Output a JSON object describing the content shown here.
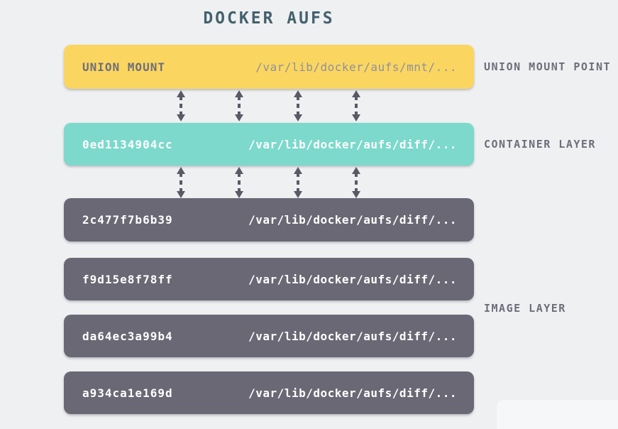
{
  "title": "DOCKER AUFS",
  "colors": {
    "background": "#eef0f2",
    "union_mount": "#fad661",
    "container": "#7cd9cc",
    "image": "#6a6874",
    "arrow": "#5b5966",
    "title_text": "#44606d",
    "label_text": "#6e6e7a",
    "union_text": "#6f6e7a",
    "union_path_text": "#90909a"
  },
  "layers": [
    {
      "id": "UNION MOUNT",
      "path": "/var/lib/docker/aufs/mnt/...",
      "type": "union-mount"
    },
    {
      "id": "0ed1134904cc",
      "path": "/var/lib/docker/aufs/diff/...",
      "type": "container"
    },
    {
      "id": "2c477f7b6b39",
      "path": "/var/lib/docker/aufs/diff/...",
      "type": "image"
    },
    {
      "id": "f9d15e8f78ff",
      "path": "/var/lib/docker/aufs/diff/...",
      "type": "image"
    },
    {
      "id": "da64ec3a99b4",
      "path": "/var/lib/docker/aufs/diff/...",
      "type": "image"
    },
    {
      "id": "a934ca1e169d",
      "path": "/var/lib/docker/aufs/diff/...",
      "type": "image"
    }
  ],
  "side_labels": {
    "union_mount_point": "UNION MOUNT POINT",
    "container_layer": "CONTAINER LAYER",
    "image_layer": "IMAGE LAYER"
  },
  "icons": {
    "double_arrow": "↕"
  }
}
